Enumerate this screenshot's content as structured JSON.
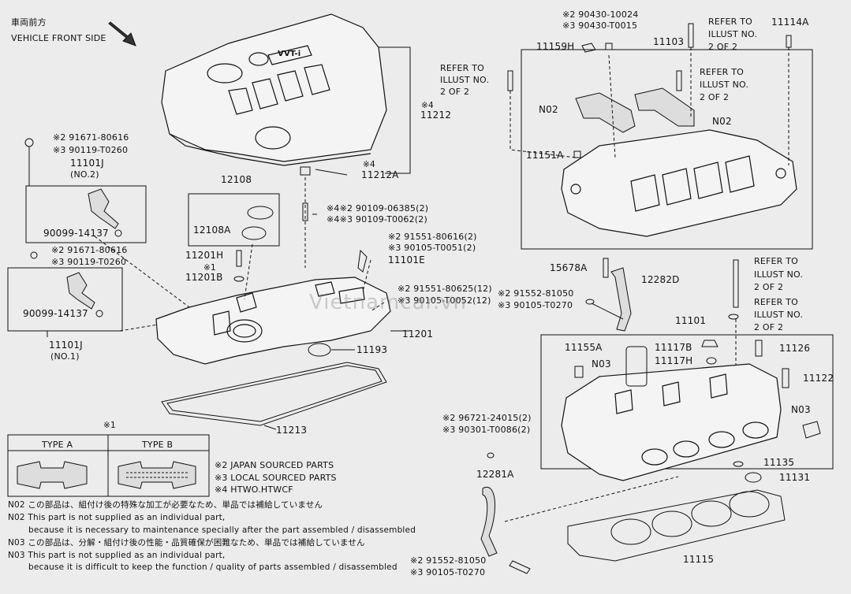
{
  "header": {
    "jp_label": "車両前方",
    "vehicle_front": "VEHICLE FRONT SIDE"
  },
  "cover": {
    "logo_text": "VVT-i",
    "ref_11212": "11212",
    "ref_11212_note": "※4",
    "ref_11212A": "11212A",
    "ref_11212A_note": "※4"
  },
  "left_upper": {
    "ref1": "※2 91671-80616",
    "ref2": "※3 90119-T0260",
    "part": "11101J",
    "part_sub": "(NO.2)",
    "oring": "90099-14137"
  },
  "left_lower": {
    "ref1": "※2 91671-80616",
    "ref2": "※3 90119-T0260",
    "oring": "90099-14137",
    "part": "11101J",
    "part_sub": "(NO.1)"
  },
  "cap_group": {
    "part": "12108",
    "part_a": "12108A"
  },
  "middle": {
    "p11201H": "11201H",
    "p11201B_note": "※1",
    "p11201B": "11201B",
    "bolt1": "※4※2 90109-06385(2)",
    "bolt2": "※4※3 90109-T0062(2)",
    "s1": "※2 91551-80616(2)",
    "s2": "※3 90105-T0051(2)",
    "p11101E": "11101E",
    "b1": "※2 91551-80625(12)",
    "b2": "※3 90105-T0052(12)",
    "p11201": "11201",
    "p11193": "11193",
    "p11213": "11213"
  },
  "right_upper": {
    "top1": "※2 90430-10024",
    "top2": "※3 90430-T0015",
    "p11159H": "11159H",
    "p11103": "11103",
    "refer1": [
      "REFER TO",
      "ILLUST NO.",
      "2 OF 2"
    ],
    "refer2": [
      "REFER TO",
      "ILLUST NO.",
      "2 OF 2"
    ],
    "refer3": [
      "REFER TO",
      "ILLUST NO.",
      "2 OF 2"
    ],
    "p11114A": "11114A",
    "n02a": "N02",
    "n02b": "N02",
    "p11151A": "11151A"
  },
  "right_middle": {
    "p15678A": "15678A",
    "p12282D": "12282D",
    "b1": "※2 91552-81050",
    "b2": "※3 90105-T0270",
    "refer4": [
      "REFER TO",
      "ILLUST NO.",
      "2 OF 2"
    ],
    "refer5": [
      "REFER TO",
      "ILLUST NO.",
      "2 OF 2"
    ],
    "p11101": "11101"
  },
  "head_box": {
    "p11155A": "11155A",
    "n03a": "N03",
    "p11117B": "11117B",
    "p11117H": "11117H",
    "p11126": "11126",
    "p11122": "11122",
    "n03b": "N03",
    "p11135": "11135",
    "p11131": "11131"
  },
  "bottom_right": {
    "s1": "※2 96721-24015(2)",
    "s2": "※3 90301-T0086(2)",
    "p12281A": "12281A",
    "b1": "※2 91552-81050",
    "b2": "※3 90105-T0270",
    "p11115": "11115"
  },
  "legend": {
    "note_mark": "※1",
    "type_a": "TYPE A",
    "type_b": "TYPE B",
    "n2": "※2 JAPAN SOURCED PARTS",
    "n3": "※3 LOCAL SOURCED PARTS",
    "n4": "※4 HTWO.HTWCF"
  },
  "notes": {
    "l1": "N02 この部品は、組付け後の特殊な加工が必要なため、単品では補給していません",
    "l2": "N02 This part is not supplied as an individual part,",
    "l3": "because it is necessary to maintenance specially after the part assembled / disassembled",
    "l4": "N03 この部品は、分解・組付け後の性能・品質確保が困難なため、単品では補給していません",
    "l5": "N03 This part is not supplied as an individual part,",
    "l6": "because it is difficult to keep the function / quality of parts assembled / disassembled"
  },
  "watermark": "Vietnamcar.vn"
}
